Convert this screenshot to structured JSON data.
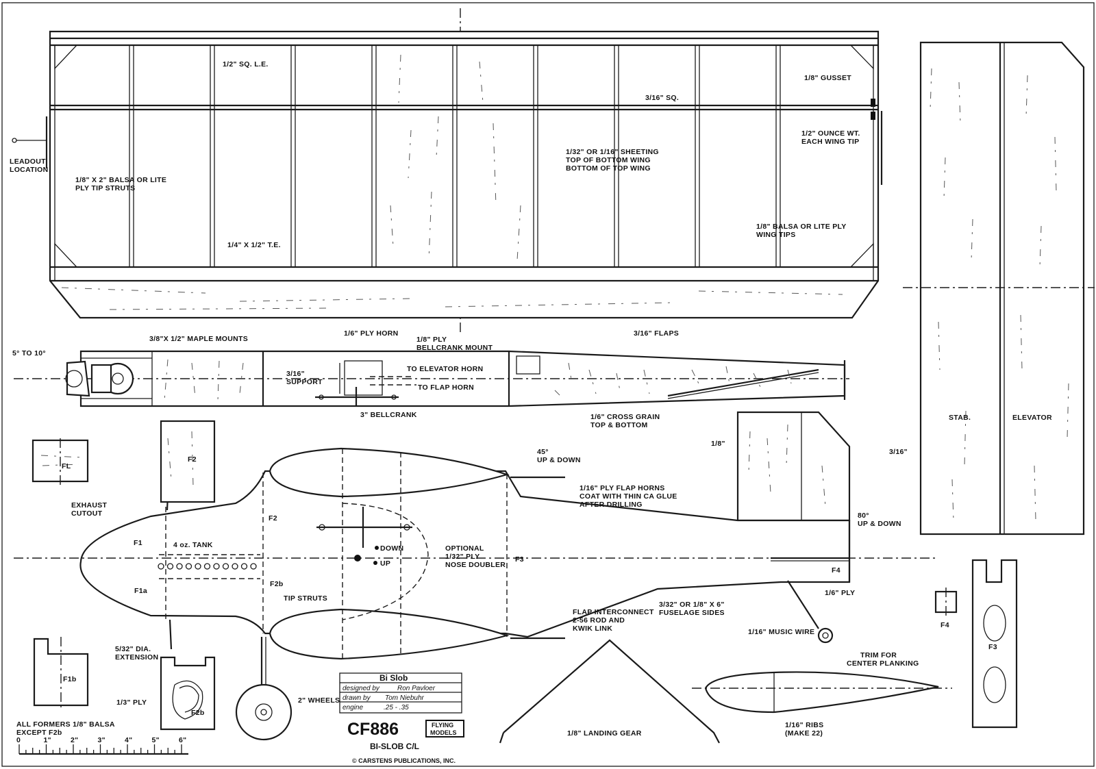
{
  "labels": {
    "leadout": [
      "LEADOUT",
      "LOCATION"
    ],
    "tip_struts": [
      "1/8\" X 2\" BALSA OR LITE",
      "PLY TIP STRUTS"
    ],
    "sq_le": "1/2\" SQ. L.E.",
    "spar": "3/16\" SQ.",
    "gusset": "1/8\" GUSSET",
    "ounce": [
      "1/2\" OUNCE WT.",
      "EACH WING TIP"
    ],
    "sheeting": [
      "1/32\" OR 1/16\" SHEETING",
      "TOP OF BOTTOM WING",
      "BOTTOM OF TOP WING"
    ],
    "wing_tips": [
      "1/8\" BALSA OR LITE PLY",
      "WING TIPS"
    ],
    "te": "1/4\" X 1/2\" T.E.",
    "ply_horn": "1/6\" PLY HORN",
    "flaps": "3/16\" FLAPS",
    "maple": "3/8\"X 1/2\" MAPLE MOUNTS",
    "thrust": "5° TO 10°",
    "bellcrank_mount": [
      "1/8\" PLY",
      "BELLCRANK MOUNT"
    ],
    "support": [
      "3/16\"",
      "SUPPORT"
    ],
    "to_elevator": "TO ELEVATOR HORN",
    "to_flap": "TO FLAP HORN",
    "bellcrank": "3\" BELLCRANK",
    "cross_grain": [
      "1/6\" CROSS GRAIN",
      "TOP & BOTTOM"
    ],
    "stab": "STAB.",
    "elevator": "ELEVATOR",
    "stab_thick": "3/16\"",
    "fin_thick": "1/8\"",
    "flap_horns": [
      "1/16\" PLY FLAP HORNS",
      "COAT WITH THIN CA GLUE",
      "AFTER DRILLING"
    ],
    "deg45": [
      "45°",
      "UP & DOWN"
    ],
    "deg80": [
      "80°",
      "UP & DOWN"
    ],
    "exhaust": [
      "EXHAUST",
      "CUTOUT"
    ],
    "tank": "4 oz. TANK",
    "down": "DOWN",
    "up": "UP",
    "nose_doubler": [
      "OPTIONAL",
      "1/32\" PLY",
      "NOSE DOUBLER"
    ],
    "tip_struts2": "TIP STRUTS",
    "fuse_sides": [
      "3/32\" OR 1/8\" X 6\"",
      "FUSELAGE SIDES"
    ],
    "ply16": "1/6\" PLY",
    "music_wire": "1/16\" MUSIC WIRE",
    "flap_inter": [
      "FLAP INTERCONNECT",
      "2-56 ROD AND",
      "KWIK LINK"
    ],
    "extension": [
      "5/32\" DIA.",
      "EXTENSION"
    ],
    "wheels": "2\" WHEELS",
    "ply13": "1/3\" PLY",
    "formers": [
      "ALL FORMERS 1/8\" BALSA",
      "EXCEPT F2b"
    ],
    "trim": [
      "TRIM FOR",
      "CENTER PLANKING"
    ],
    "ribs": [
      "1/16\" RIBS",
      "(MAKE 22)"
    ],
    "landing_gear": "1/8\" LANDING GEAR",
    "copyright": "© CARSTENS PUBLICATIONS, INC."
  },
  "formers": {
    "f1": "F1",
    "f1a": "F1a",
    "f1b": "F1b",
    "f2": "F2",
    "f2b": "F2b",
    "f3": "F3",
    "f4": "F4",
    "fl": "FL"
  },
  "title_block": {
    "name": "Bi Slob",
    "designed_label": "designed by",
    "designed": "Ron Pavloer",
    "drawn_label": "drawn by",
    "drawn": "Tom Niebuhr",
    "engine_label": "engine",
    "engine": ".25 - .35"
  },
  "plan": {
    "number": "CF886",
    "badge": [
      "FLYING",
      "MODELS"
    ],
    "subtitle": "BI-SLOB C/L"
  },
  "ruler": [
    "0",
    "1\"",
    "2\"",
    "3\"",
    "4\"",
    "5\"",
    "6\""
  ]
}
